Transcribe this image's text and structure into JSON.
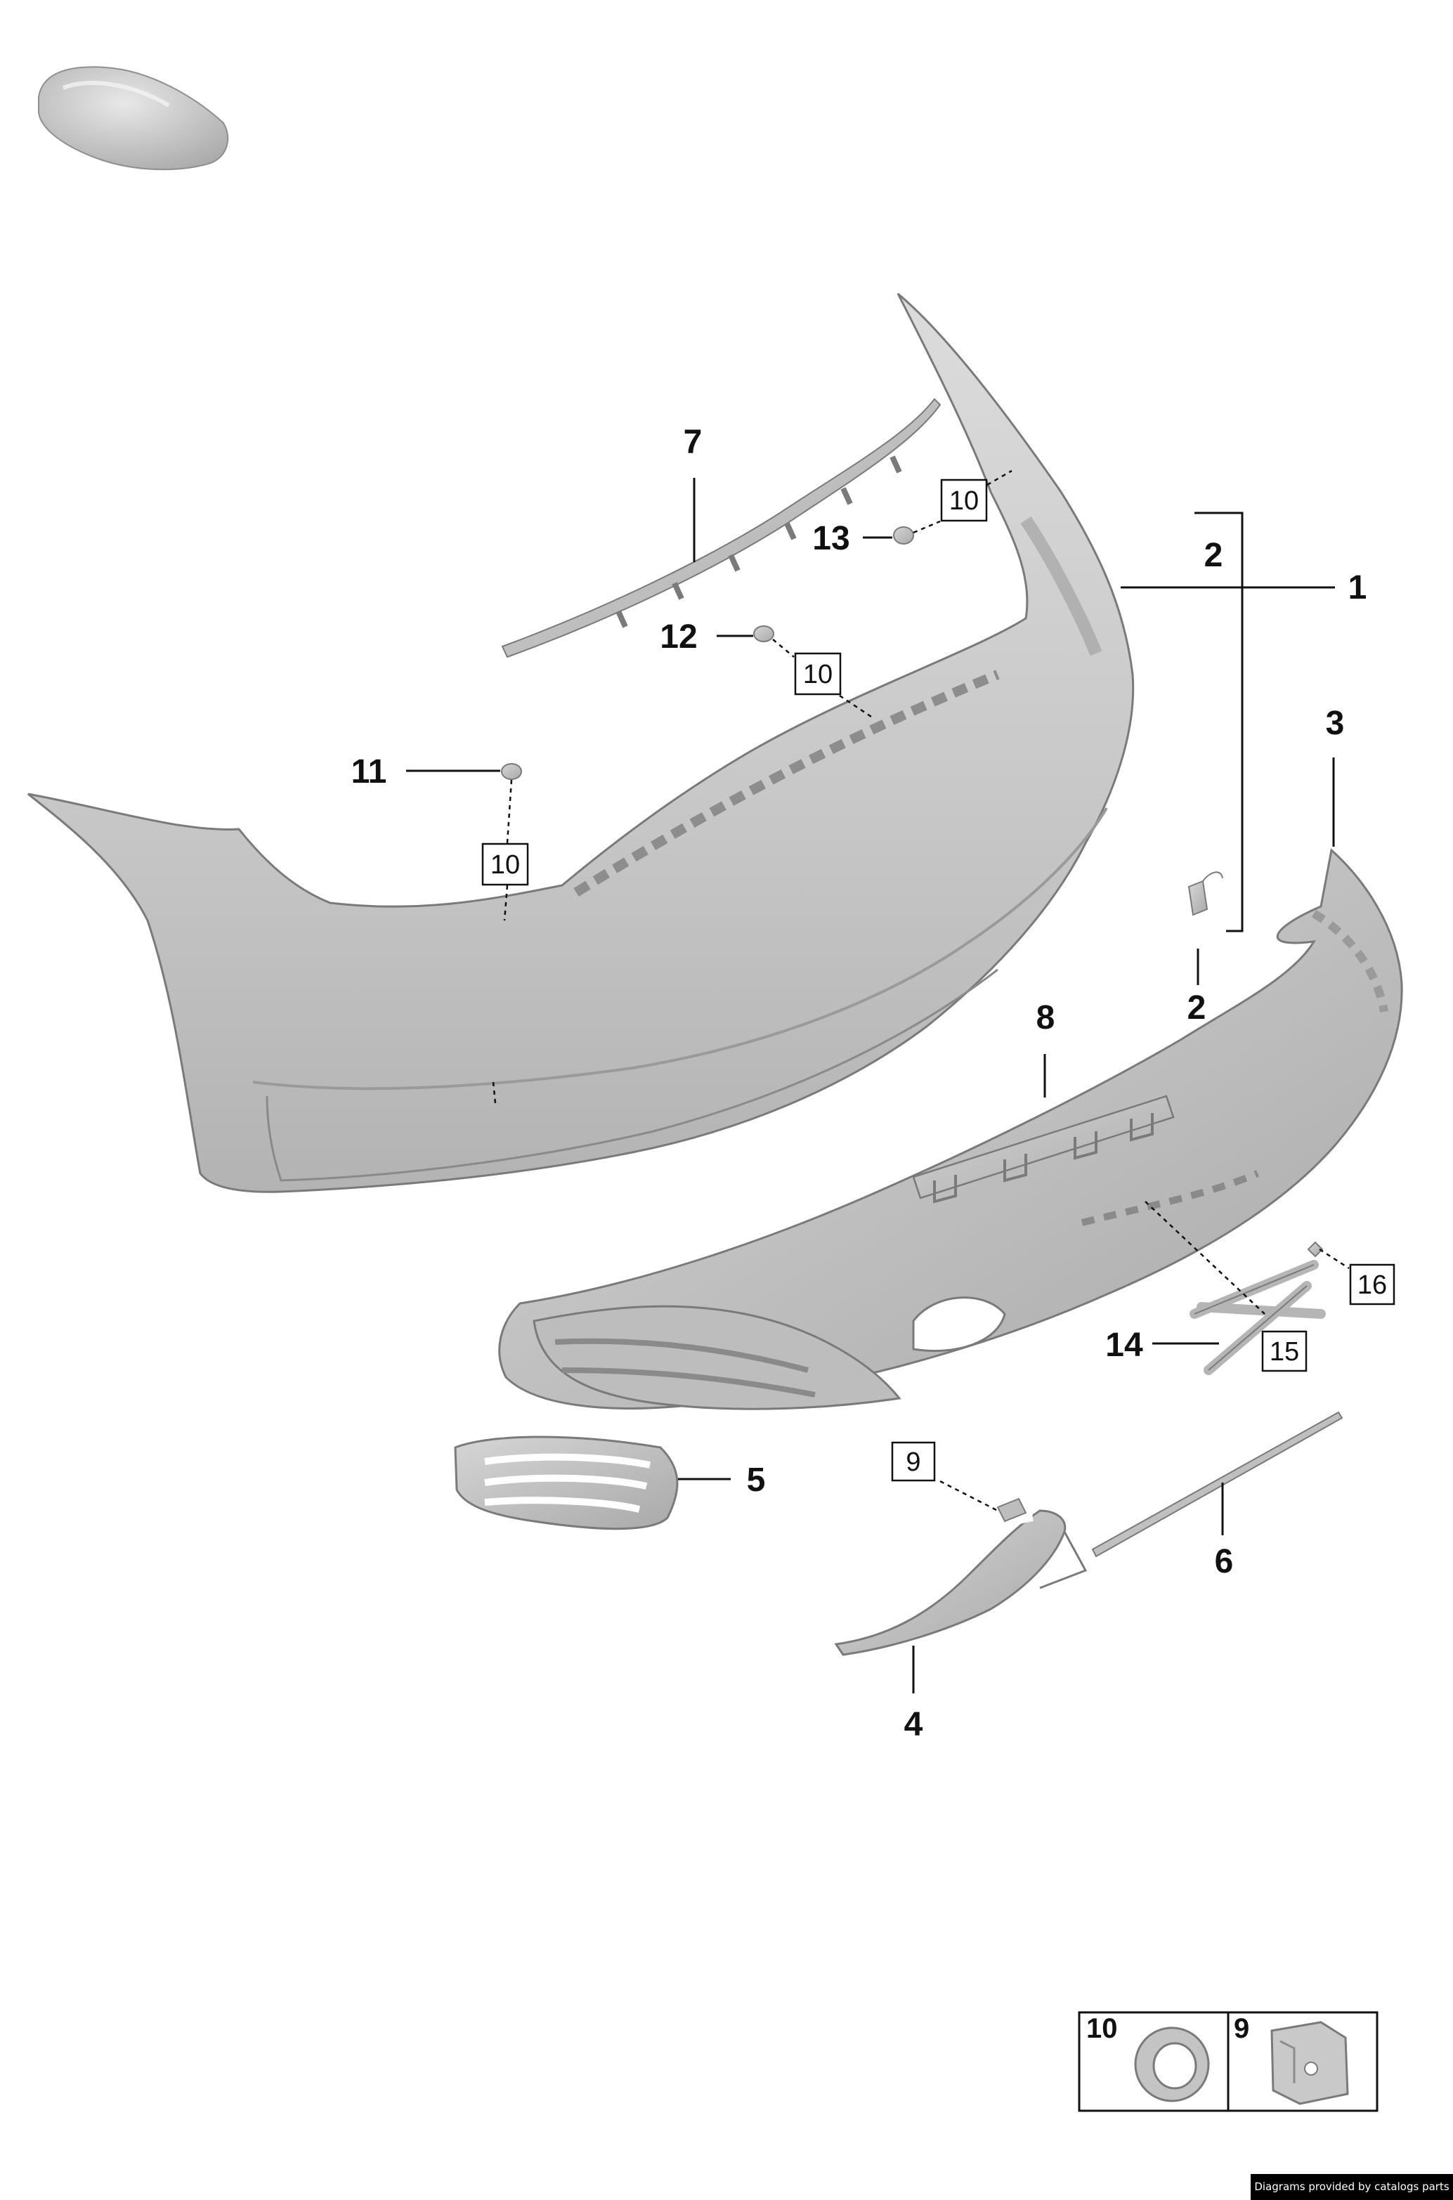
{
  "callouts": {
    "c1": "1",
    "c2_top": "2",
    "c2_bottom": "2",
    "c3": "3",
    "c4": "4",
    "c5": "5",
    "c6": "6",
    "c7": "7",
    "c8": "8",
    "c11": "11",
    "c12": "12",
    "c13": "13",
    "c14": "14"
  },
  "boxed_callouts": {
    "b10_upper": "10",
    "b10_middle": "10",
    "b10_left": "10",
    "b9": "9",
    "b15": "15",
    "b16": "16"
  },
  "legend": {
    "item_10": "10",
    "item_9": "9"
  },
  "colors": {
    "part_fill": "#c9c9c9",
    "part_stroke": "#7a7a7a",
    "line": "#111111"
  },
  "footer": {
    "credit": "Diagrams provided by catalogs parts"
  }
}
